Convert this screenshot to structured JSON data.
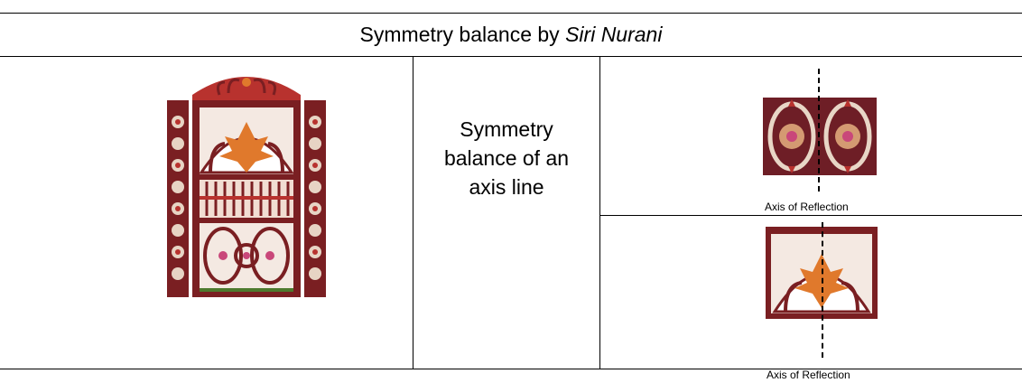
{
  "header": {
    "title_prefix": "Symmetry balance by ",
    "title_author": "Siri Nurani"
  },
  "description": {
    "line1": "Symmetry",
    "line2": "balance of an",
    "line3": "axis line"
  },
  "figures": {
    "top_axis_label": "Axis of Reflection",
    "bottom_axis_label": "Axis of Reflection"
  },
  "colors": {
    "frame_dark": "#7a1f22",
    "frame_red": "#b8322e",
    "leaf_orange": "#e0792c",
    "accent_pink": "#c9477a",
    "rule": "#000000"
  }
}
